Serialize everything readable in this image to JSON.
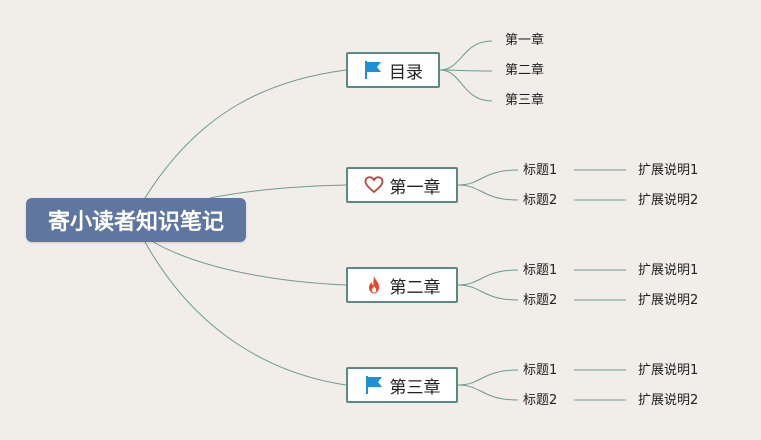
{
  "root": {
    "label": "寄小读者知识笔记"
  },
  "branches": [
    {
      "label": "目录",
      "icon": "flag-icon",
      "children": [
        {
          "label": "第一章"
        },
        {
          "label": "第二章"
        },
        {
          "label": "第三章"
        }
      ]
    },
    {
      "label": "第一章",
      "icon": "heart-icon",
      "children": [
        {
          "label": "标题1",
          "note": "扩展说明1"
        },
        {
          "label": "标题2",
          "note": "扩展说明2"
        }
      ]
    },
    {
      "label": "第二章",
      "icon": "fire-icon",
      "children": [
        {
          "label": "标题1",
          "note": "扩展说明1"
        },
        {
          "label": "标题2",
          "note": "扩展说明2"
        }
      ]
    },
    {
      "label": "第三章",
      "icon": "flag-icon",
      "children": [
        {
          "label": "标题1",
          "note": "扩展说明1"
        },
        {
          "label": "标题2",
          "note": "扩展说明2"
        }
      ]
    }
  ],
  "colors": {
    "background": "#f1ede8",
    "root_fill": "#5e76a0",
    "branch_border": "#5a8b82",
    "connector": "#6f9a8f",
    "flag": "#1e90d8",
    "heart": "#c0453a",
    "fire": "#e8452c"
  }
}
